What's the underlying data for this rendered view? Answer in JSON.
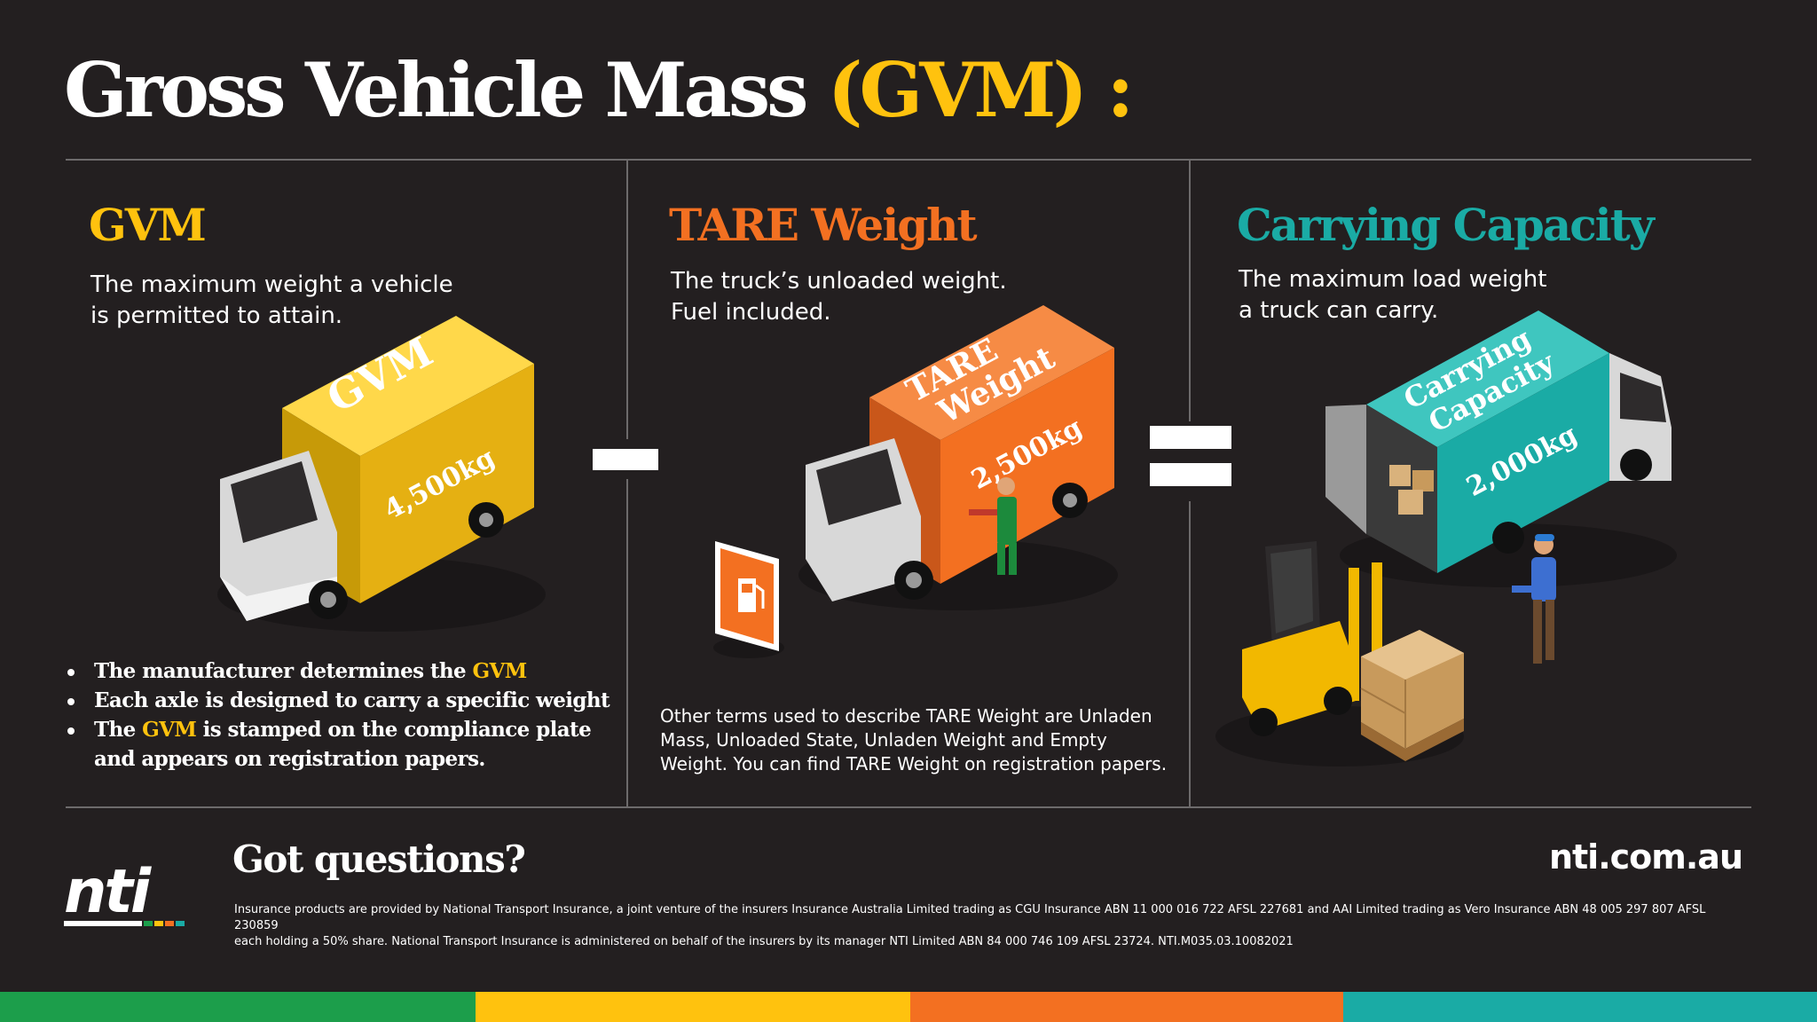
{
  "title": {
    "main": "Gross Vehicle Mass ",
    "accent": "(GVM)",
    "suffix": " :"
  },
  "columns": [
    {
      "heading": "GVM",
      "color": "#ffc20e",
      "description_lines": [
        "The maximum weight a vehicle",
        "is permitted to attain."
      ],
      "box_label": "GVM",
      "box_weight": "4,500kg"
    },
    {
      "heading": "TARE Weight",
      "color": "#f37021",
      "description_lines": [
        "The truck’s unloaded weight.",
        "Fuel included."
      ],
      "box_label_lines": [
        "TARE",
        "Weight"
      ],
      "box_weight": "2,500kg"
    },
    {
      "heading": "Carrying Capacity",
      "color": "#1aaba5",
      "description_lines": [
        "The maximum load weight",
        "a truck can carry."
      ],
      "box_label_lines": [
        "Carrying",
        "Capacity"
      ],
      "box_weight": "2,000kg"
    }
  ],
  "gvm_bullets": [
    {
      "before": "The manufacturer determines the ",
      "highlight": "GVM",
      "after": ""
    },
    {
      "before": "Each axle is designed to carry a specific weight",
      "highlight": "",
      "after": ""
    },
    {
      "before": "The ",
      "highlight": "GVM",
      "after": " is stamped on the compliance plate and appears on registration papers."
    }
  ],
  "other_terms": "Other terms used to describe TARE Weight are Unladen Mass, Unloaded State, Unladen Weight and Empty Weight. You can find TARE Weight on registration papers.",
  "footer": {
    "question": "Got questions?",
    "website": "nti.com.au",
    "logo_text": "nti",
    "legal_line1": "Insurance products are provided by National Transport Insurance, a joint venture of the insurers Insurance Australia Limited trading as CGU Insurance ABN 11 000 016 722 AFSL 227681 and AAI Limited trading as Vero Insurance ABN 48 005 297 807 AFSL 230859",
    "legal_line2": "each holding a 50% share. National Transport Insurance is administered on behalf of the insurers by its manager NTI Limited ABN 84 000 746 109 AFSL 23724. NTI.M035.03.10082021"
  },
  "colors": {
    "background": "#231f20",
    "yellow": "#ffc20e",
    "orange": "#f37021",
    "teal": "#1aaba5",
    "green": "#1c9e4b",
    "divider": "#6d6a6b"
  },
  "icons": {
    "minus": "minus-icon",
    "equals": "equals-icon",
    "fuel_sign": "fuel-pump-icon",
    "forklift": "forklift-icon",
    "truck": "truck-icon"
  }
}
